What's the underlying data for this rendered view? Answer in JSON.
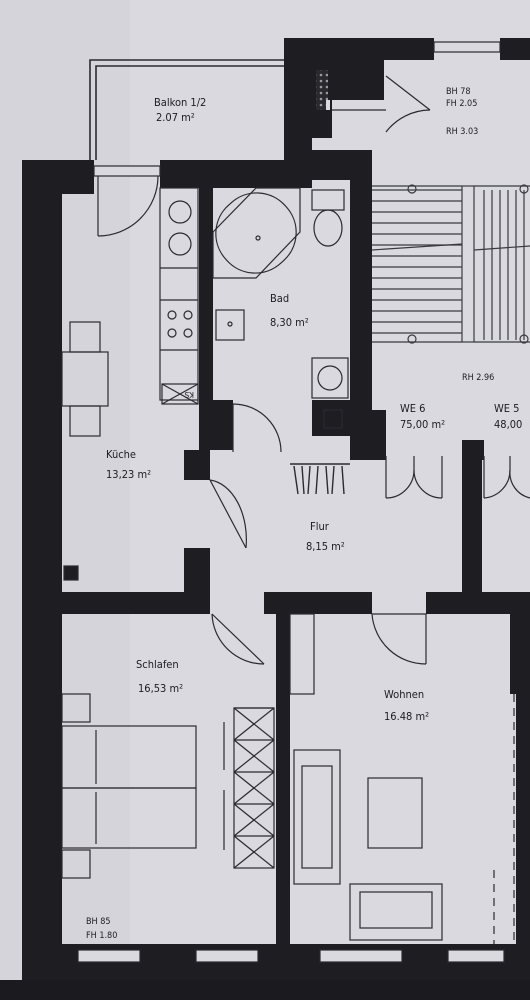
{
  "rooms": {
    "balkon": {
      "name": "Balkon 1/2",
      "area": "2.07 m²"
    },
    "bad": {
      "name": "Bad",
      "area": "8,30 m²"
    },
    "kueche": {
      "name": "Küche",
      "area": "13,23 m²"
    },
    "flur": {
      "name": "Flur",
      "area": "8,15 m²"
    },
    "schlafen": {
      "name": "Schlafen",
      "area": "16,53 m²"
    },
    "wohnen": {
      "name": "Wohnen",
      "area": "16.48 m²"
    }
  },
  "units": {
    "we6": {
      "name": "WE 6",
      "area": "75,00 m²"
    },
    "we5": {
      "name": "WE 5",
      "area": "48,00"
    }
  },
  "heights": {
    "top_bh": "BH 78",
    "top_fh": "FH 2.05",
    "top_rh": "RH 3.03",
    "stair_rh": "RH 2.96",
    "bottom_bh": "BH 85",
    "bottom_fh": "FH 1.80"
  },
  "symbols": {
    "ks": "KS"
  },
  "colors": {
    "wall": "#1e1d22",
    "line": "#2a2a30",
    "paper": "#d9d9df"
  }
}
